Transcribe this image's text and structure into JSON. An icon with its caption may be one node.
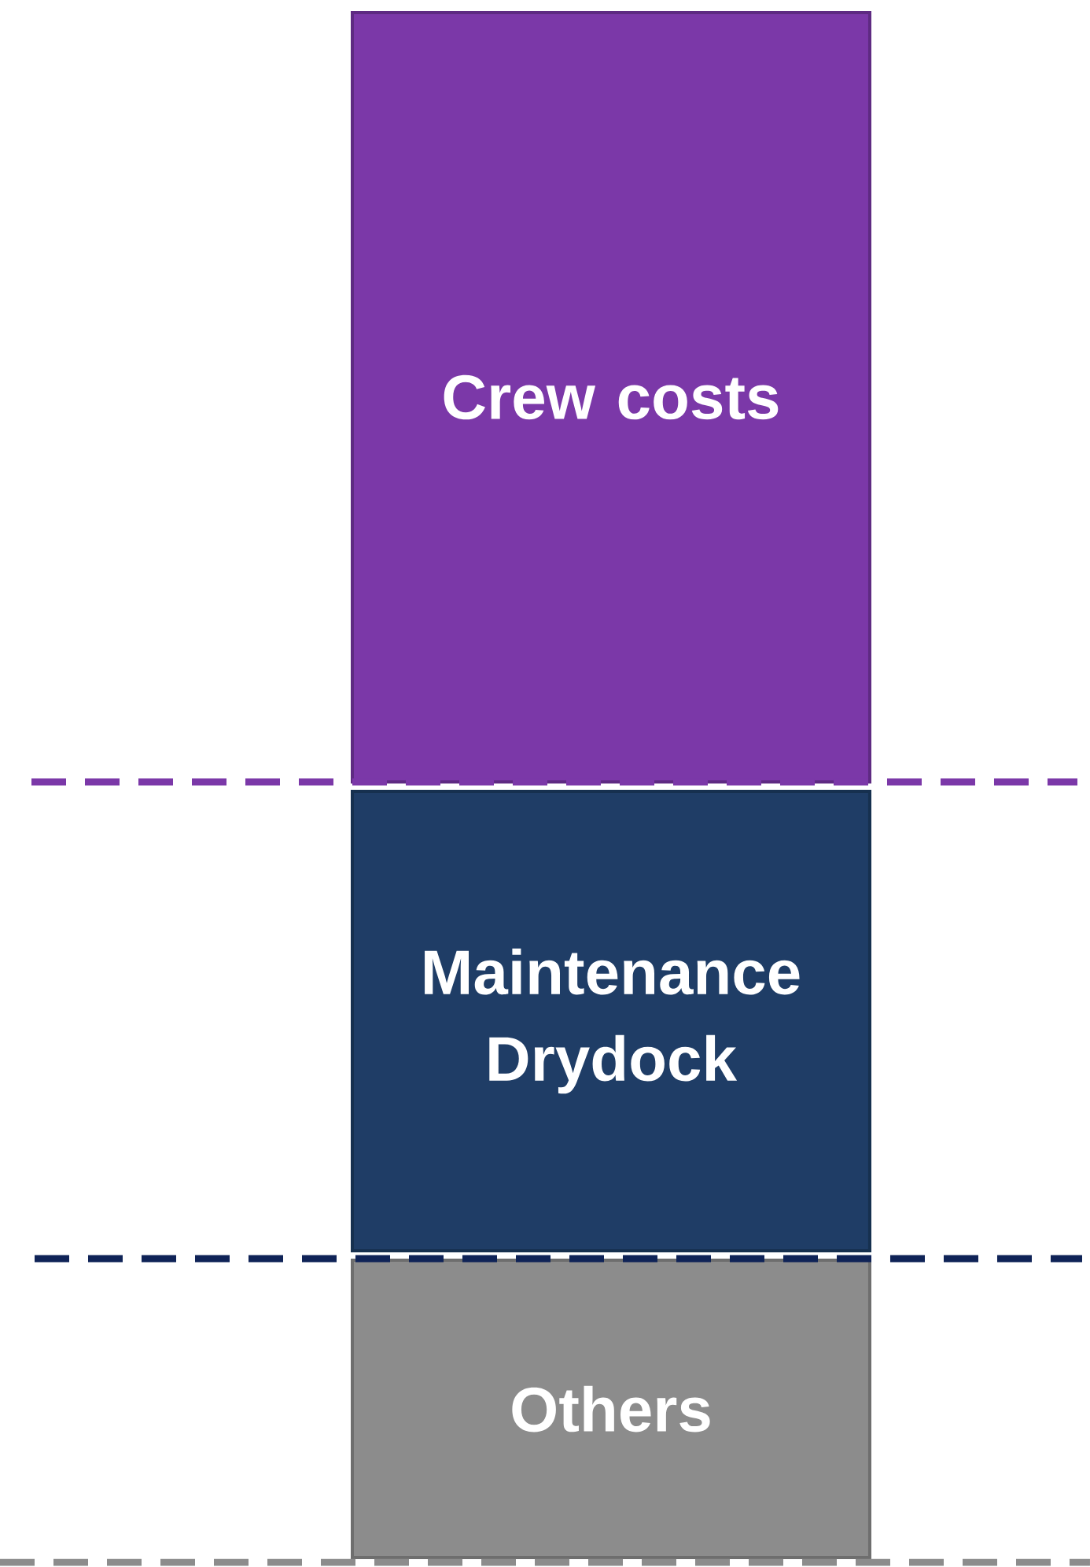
{
  "diagram": {
    "nodes": [
      {
        "text": [
          "Crew costs"
        ]
      },
      {
        "text": [
          "Maintenance Drydock"
        ]
      },
      {
        "text": [
          "Others"
        ]
      }
    ]
  }
}
